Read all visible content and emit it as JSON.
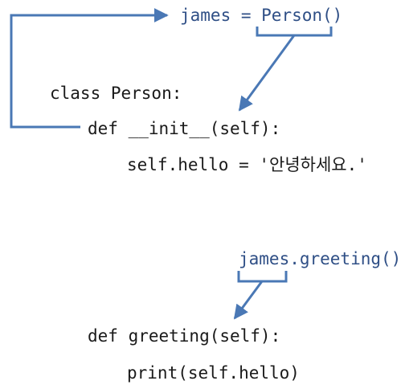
{
  "top_call": {
    "assign_text": "james = ",
    "constructor_text": "Person()"
  },
  "class_block": {
    "class_line": "class Person:",
    "init_line": "def __init__(self):",
    "body_line": "self.hello = '안녕하세요.'"
  },
  "bottom_call": {
    "call_text": "james.greeting()"
  },
  "method_block": {
    "def_line": "def greeting(self):",
    "body_line": "print(self.hello)"
  },
  "colors": {
    "arrow": "#4a78b5",
    "call_text": "#2f4f86",
    "code_text": "#1a1a1a"
  }
}
